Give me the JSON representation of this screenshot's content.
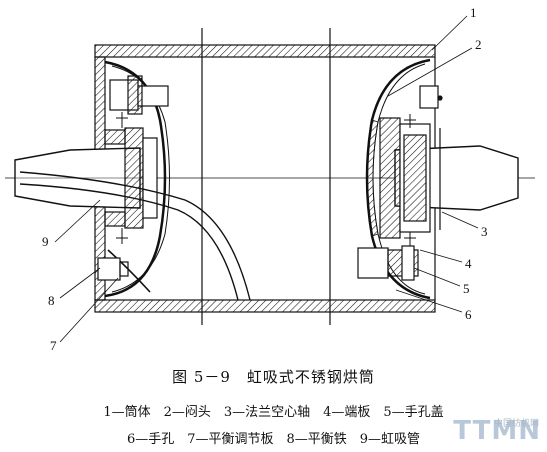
{
  "figure": {
    "callouts": [
      "1",
      "2",
      "3",
      "4",
      "5",
      "6",
      "7",
      "8",
      "9"
    ],
    "caption": "图 5－9　虹吸式不锈钢烘筒",
    "legend_line1": "1—筒体　2—闷头　3—法兰空心轴　4—端板　5—手孔盖",
    "legend_line2": "6—手孔　7—平衡调节板　8—平衡铁　9—虹吸管"
  },
  "watermark": {
    "logo": "TTMN",
    "site": "中国纺机网"
  }
}
